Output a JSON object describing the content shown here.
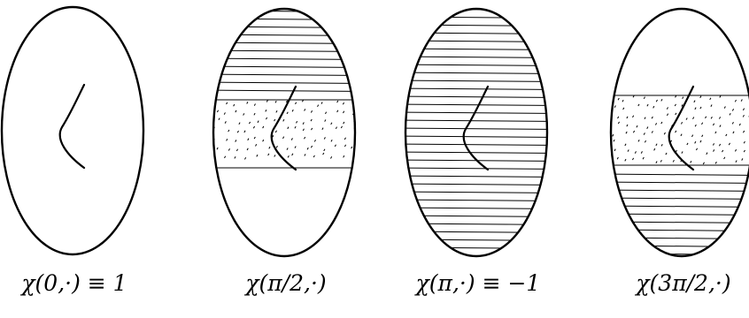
{
  "panels": [
    {
      "caption": "χ(0,·) ≡ 1",
      "shading": "none"
    },
    {
      "caption": "χ(π/2,·)",
      "shading": "top-hatched, middle-dotted, bottom-blank"
    },
    {
      "caption": "χ(π,·) ≡ −1",
      "shading": "fully-hatched"
    },
    {
      "caption": "χ(3π/2,·)",
      "shading": "top-blank, middle-dotted, bottom-hatched"
    }
  ]
}
